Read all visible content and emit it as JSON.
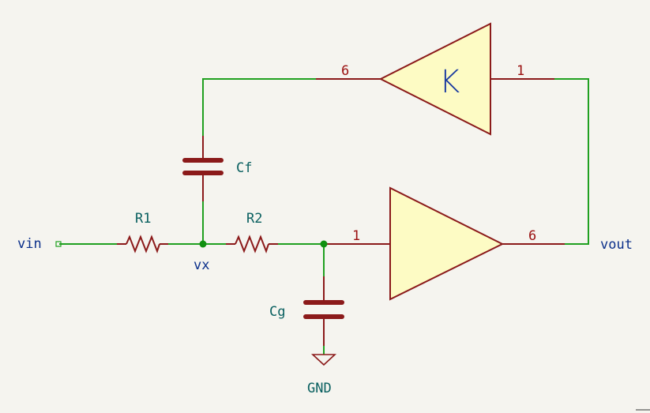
{
  "nets": {
    "input": "vin",
    "node": "vx",
    "output": "vout",
    "ground": "GND"
  },
  "components": {
    "r1": "R1",
    "r2": "R2",
    "cf": "Cf",
    "cg": "Cg",
    "feedback_amp_gain": "K"
  },
  "pins": {
    "fb_amp_in": "1",
    "fb_amp_out": "6",
    "main_amp_in": "1",
    "main_amp_out": "6"
  },
  "colors": {
    "background": "#f5f4ef",
    "wire": "#20a020",
    "component_body": "#8b1a1a",
    "amp_fill": "#fdfbc4",
    "junction": "#109010"
  }
}
